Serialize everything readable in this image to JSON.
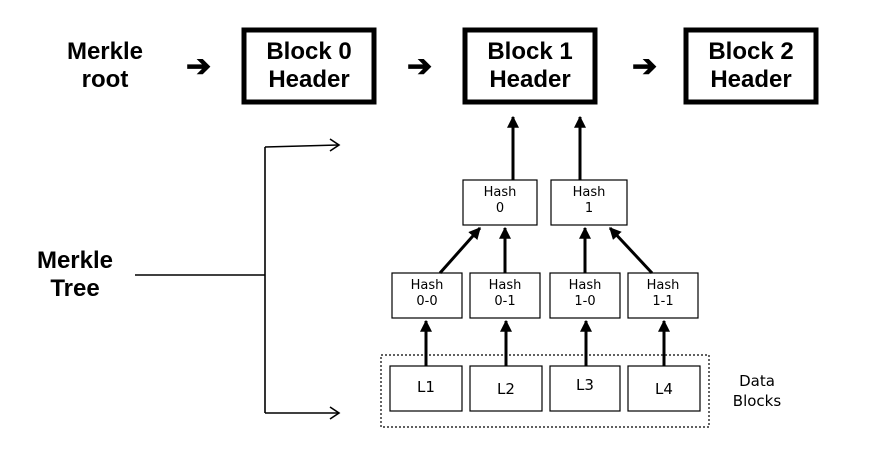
{
  "merkle_root": {
    "line1": "Merkle",
    "line2": "root"
  },
  "merkle_tree": {
    "line1": "Merkle",
    "line2": "Tree"
  },
  "blocks": [
    {
      "line1": "Block 0",
      "line2": "Header"
    },
    {
      "line1": "Block 1",
      "line2": "Header"
    },
    {
      "line1": "Block 2",
      "line2": "Header"
    }
  ],
  "hashes_top": [
    {
      "line1": "Hash",
      "line2": "0"
    },
    {
      "line1": "Hash",
      "line2": "1"
    }
  ],
  "hashes_mid": [
    {
      "line1": "Hash",
      "line2": "0-0"
    },
    {
      "line1": "Hash",
      "line2": "0-1"
    },
    {
      "line1": "Hash",
      "line2": "1-0"
    },
    {
      "line1": "Hash",
      "line2": "1-1"
    }
  ],
  "leaves": [
    "L1",
    "L2",
    "L3",
    "L4"
  ],
  "data_blocks": {
    "line1": "Data",
    "line2": "Blocks"
  },
  "arrow_symbol": "➔"
}
